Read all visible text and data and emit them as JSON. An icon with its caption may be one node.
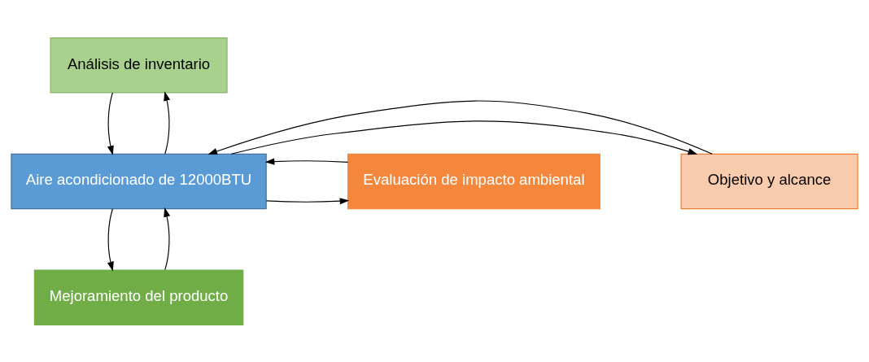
{
  "diagram": {
    "nodes": [
      {
        "text": [
          "Análisis de inventario"
        ]
      },
      {
        "text": [
          "Objetivo y alcance"
        ]
      },
      {
        "text": [
          "Aire acondicionado de 12000BTU"
        ]
      },
      {
        "text": [
          "Evaluación de impacto ambiental"
        ]
      },
      {
        "text": [
          "Mejoramiento del producto"
        ]
      }
    ],
    "edges": [
      {
        "from": 0,
        "to": 2,
        "arrow": "to"
      },
      {
        "from": 2,
        "to": 0,
        "arrow": "to"
      },
      {
        "from": 2,
        "to": 1,
        "arrow": "to"
      },
      {
        "from": 1,
        "to": 2,
        "arrow": "to"
      },
      {
        "from": 2,
        "to": 3,
        "arrow": "to"
      },
      {
        "from": 3,
        "to": 2,
        "arrow": "to"
      },
      {
        "from": 2,
        "to": 4,
        "arrow": "to"
      },
      {
        "from": 4,
        "to": 2,
        "arrow": "to"
      }
    ]
  }
}
